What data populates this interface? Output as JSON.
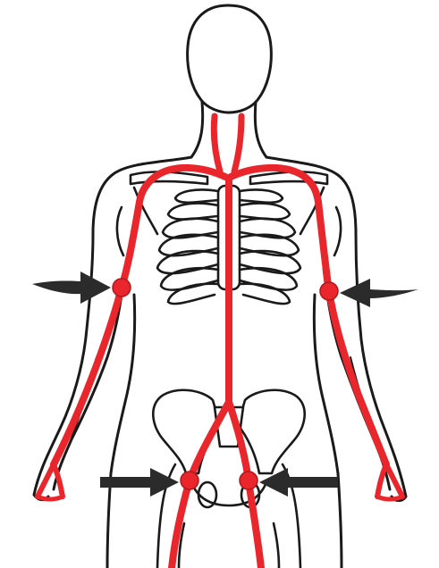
{
  "figure": {
    "colors": {
      "artery": "#e8262c",
      "outline": "#1a1a1a",
      "bone_fill": "#ffffff",
      "arrow": "#2b2b2b",
      "background": "#ffffff"
    },
    "pulse_points": [
      {
        "name": "brachial-right"
      },
      {
        "name": "brachial-left"
      },
      {
        "name": "femoral-right"
      },
      {
        "name": "femoral-left"
      }
    ]
  }
}
